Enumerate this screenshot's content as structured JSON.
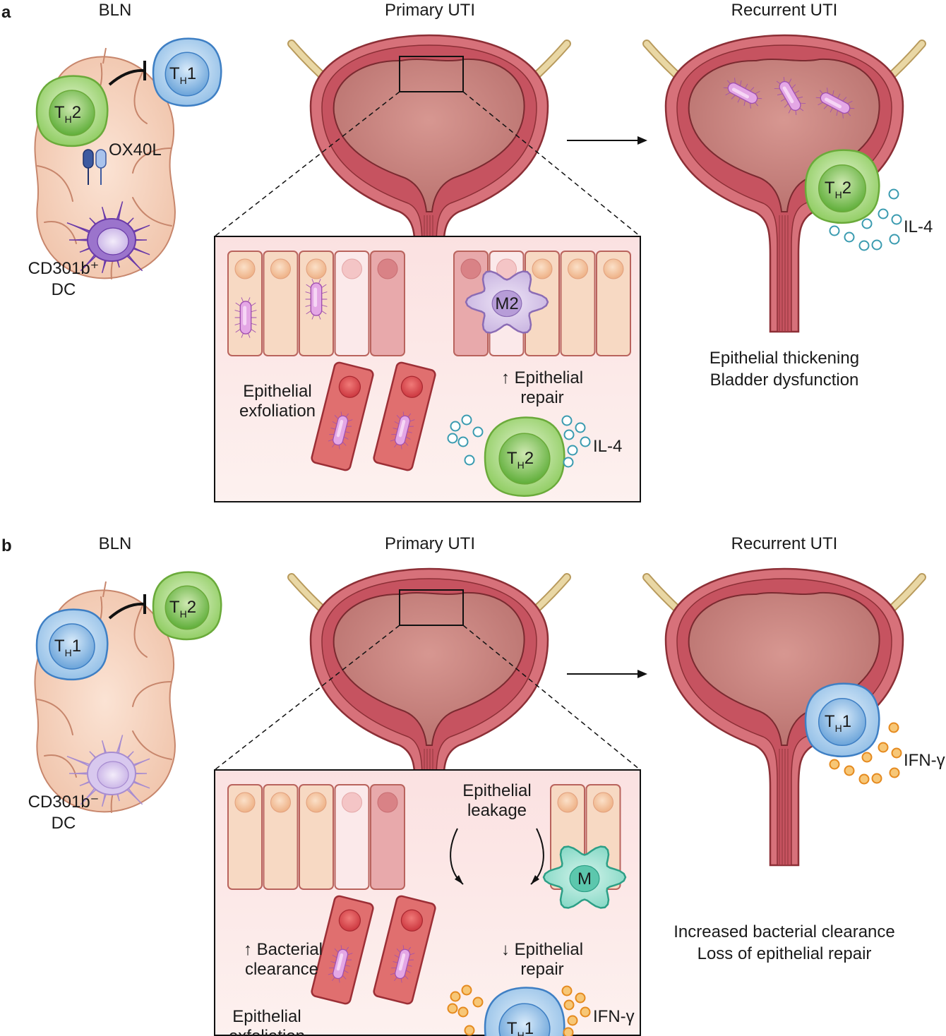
{
  "panels": [
    {
      "letter": "a",
      "headers": {
        "bln": "BLN",
        "primary": "Primary UTI",
        "recurrent": "Recurrent UTI"
      },
      "bln": {
        "front_cell": {
          "main": "T",
          "sub": "H",
          "num": "2"
        },
        "back_cell": {
          "main": "T",
          "sub": "H",
          "num": "1"
        },
        "ligand": "OX40L",
        "dc_line1": "CD301b⁺",
        "dc_line2": "DC"
      },
      "inset": {
        "left_label1": "Epithelial",
        "left_label2": "exfoliation",
        "macrophage": "M2",
        "right_label1": "↑ Epithelial",
        "right_label2": "repair",
        "tcell": {
          "main": "T",
          "sub": "H",
          "num": "2"
        },
        "cytokine": "IL-4"
      },
      "recurrent": {
        "tcell": {
          "main": "T",
          "sub": "H",
          "num": "2"
        },
        "cytokine": "IL-4",
        "outcome1": "Epithelial thickening",
        "outcome2": "Bladder dysfunction"
      }
    },
    {
      "letter": "b",
      "headers": {
        "bln": "BLN",
        "primary": "Primary UTI",
        "recurrent": "Recurrent UTI"
      },
      "bln": {
        "front_cell": {
          "main": "T",
          "sub": "H",
          "num": "1"
        },
        "back_cell": {
          "main": "T",
          "sub": "H",
          "num": "2"
        },
        "dc_line1": "CD301b⁻",
        "dc_line2": "DC"
      },
      "inset": {
        "left_label1": "↑ Bacterial",
        "left_label2": "clearance",
        "left_label3": "Epithelial",
        "left_label4": "exfoliation",
        "middle_label1": "Epithelial",
        "middle_label2": "leakage",
        "macrophage": "M",
        "right_label1": "↓ Epithelial",
        "right_label2": "repair",
        "tcell": {
          "main": "T",
          "sub": "H",
          "num": "1"
        },
        "cytokine": "IFN-γ"
      },
      "recurrent": {
        "tcell": {
          "main": "T",
          "sub": "H",
          "num": "1"
        },
        "cytokine": "IFN-γ",
        "outcome1": "Increased bacterial clearance",
        "outcome2": "Loss of epithelial repair"
      }
    }
  ],
  "colors": {
    "th1_fill": "#a9cdeb",
    "th1_edge": "#3e7fc4",
    "th2_fill": "#9fd27a",
    "th2_edge": "#6aaa3a",
    "il4_dots": "#3a9bb0",
    "ifng_dots": "#e58a1f",
    "bladder_wall": "#c95e68",
    "bladder_lumen": "#c98782",
    "lymph_node": "#f3cdb8",
    "inset_bg": "#fbe5e5"
  }
}
